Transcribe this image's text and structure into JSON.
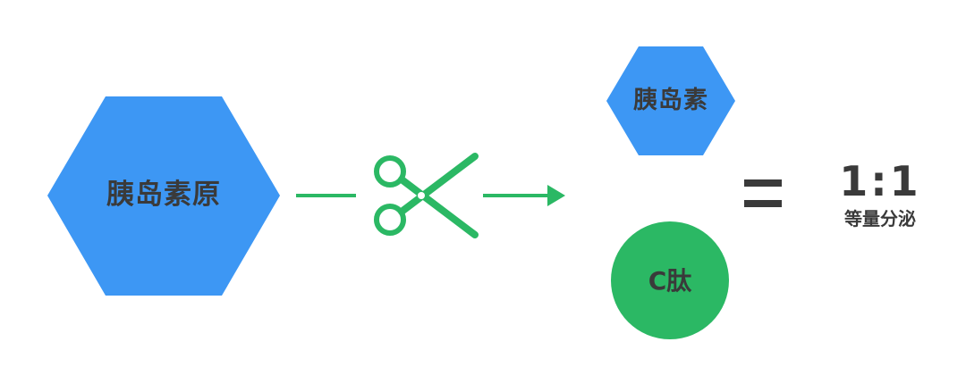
{
  "diagram": {
    "proinsulin": {
      "label": "胰岛素原"
    },
    "insulin": {
      "label": "胰岛素"
    },
    "c_peptide": {
      "label": "C肽"
    },
    "equals_icon": "equals-sign",
    "ratio": {
      "value": "1:1",
      "caption": "等量分泌"
    },
    "colors": {
      "hexagon": "#3d97f4",
      "circle": "#2bb864",
      "arrow": "#2bb864",
      "scissors": "#2bb864",
      "text": "#3a3a3a"
    }
  }
}
